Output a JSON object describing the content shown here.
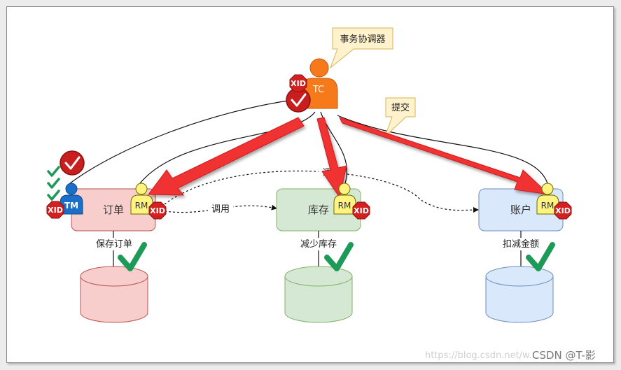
{
  "diagram": {
    "coordinator_note": "事务协调器",
    "tc_label": "TC",
    "tm_label": "TM",
    "rm_label": "RM",
    "xid_label": "XID",
    "commit_note": "提交",
    "call_label": "调用",
    "services": [
      {
        "name": "订单",
        "action": "保存订单",
        "fill": "#f8cecc",
        "stroke": "#b85450"
      },
      {
        "name": "库存",
        "action": "减少库存",
        "fill": "#d5e8d4",
        "stroke": "#82b366"
      },
      {
        "name": "账户",
        "action": "扣减金额",
        "fill": "#dae8fc",
        "stroke": "#6c8ebf"
      }
    ],
    "colors": {
      "tc": "#f77a1a",
      "tm": "#1b6fc9",
      "rm": "#fff480",
      "xid": "#d32020",
      "arrow": "#f03030",
      "check": "#1e9a58"
    }
  },
  "watermark": {
    "url": "https://blog.csdn.net/w...",
    "brand": "CSDN @T-影"
  }
}
